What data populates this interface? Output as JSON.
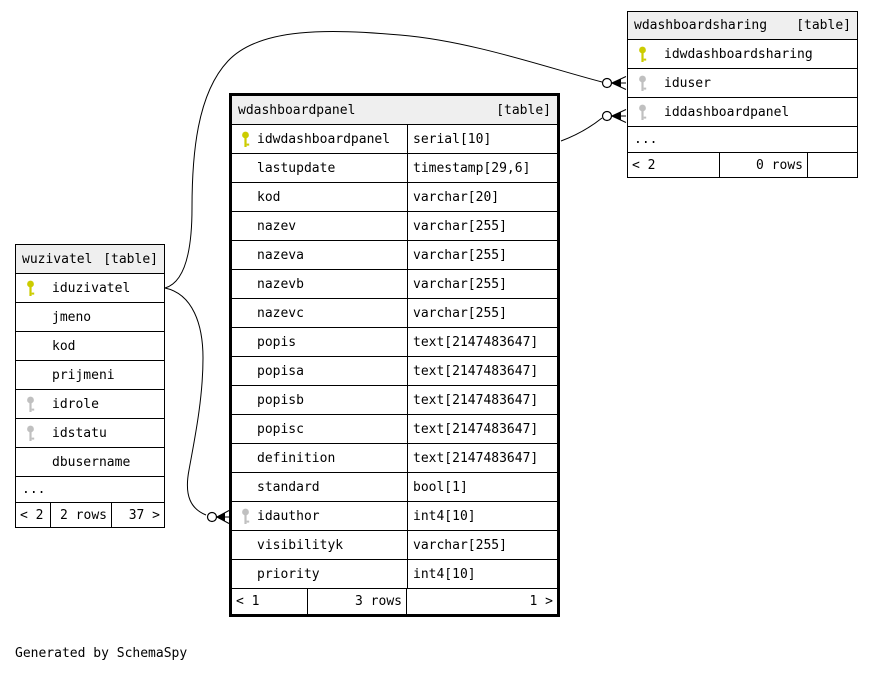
{
  "page": {
    "watermark": "Generated by SchemaSpy"
  },
  "colors": {
    "primary_key": "#cccc00",
    "foreign_key": "#c0c0c0",
    "header_bg": "#efefef",
    "border": "#000000",
    "background": "#ffffff"
  },
  "tables": [
    {
      "name": "wuzivatel",
      "badge": "[table]",
      "has_types": false,
      "columns": [
        {
          "name": "iduzivatel",
          "key": "primary"
        },
        {
          "name": "jmeno"
        },
        {
          "name": "kod"
        },
        {
          "name": "prijmeni"
        },
        {
          "name": "idrole",
          "key": "foreign"
        },
        {
          "name": "idstatu",
          "key": "foreign"
        },
        {
          "name": "dbusername"
        }
      ],
      "ellipsis": "...",
      "footer": {
        "prev": "< 2",
        "rows": "2 rows",
        "next": "37 >"
      }
    },
    {
      "name": "wdashboardpanel",
      "badge": "[table]",
      "has_types": true,
      "columns": [
        {
          "name": "idwdashboardpanel",
          "type": "serial[10]",
          "key": "primary"
        },
        {
          "name": "lastupdate",
          "type": "timestamp[29,6]"
        },
        {
          "name": "kod",
          "type": "varchar[20]"
        },
        {
          "name": "nazev",
          "type": "varchar[255]"
        },
        {
          "name": "nazeva",
          "type": "varchar[255]"
        },
        {
          "name": "nazevb",
          "type": "varchar[255]"
        },
        {
          "name": "nazevc",
          "type": "varchar[255]"
        },
        {
          "name": "popis",
          "type": "text[2147483647]"
        },
        {
          "name": "popisa",
          "type": "text[2147483647]"
        },
        {
          "name": "popisb",
          "type": "text[2147483647]"
        },
        {
          "name": "popisc",
          "type": "text[2147483647]"
        },
        {
          "name": "definition",
          "type": "text[2147483647]"
        },
        {
          "name": "standard",
          "type": "bool[1]"
        },
        {
          "name": "idauthor",
          "type": "int4[10]",
          "key": "foreign"
        },
        {
          "name": "visibilityk",
          "type": "varchar[255]"
        },
        {
          "name": "priority",
          "type": "int4[10]"
        }
      ],
      "ellipsis": null,
      "footer": {
        "prev": "< 1",
        "rows": "3 rows",
        "next": "1 >"
      }
    },
    {
      "name": "wdashboardsharing",
      "badge": "[table]",
      "has_types": false,
      "columns": [
        {
          "name": "idwdashboardsharing",
          "key": "primary"
        },
        {
          "name": "iduser",
          "key": "foreign"
        },
        {
          "name": "iddashboardpanel",
          "key": "foreign"
        }
      ],
      "ellipsis": "...",
      "footer": {
        "prev": "< 2",
        "rows": "0 rows",
        "next": ""
      }
    }
  ],
  "relationships": [
    {
      "from": "wuzivatel.iduzivatel",
      "to": "wdashboardsharing.iduser"
    },
    {
      "from": "wuzivatel.iduzivatel",
      "to": "wdashboardpanel.idauthor"
    },
    {
      "from": "wdashboardpanel.idwdashboardpanel",
      "to": "wdashboardsharing.iddashboardpanel"
    }
  ]
}
